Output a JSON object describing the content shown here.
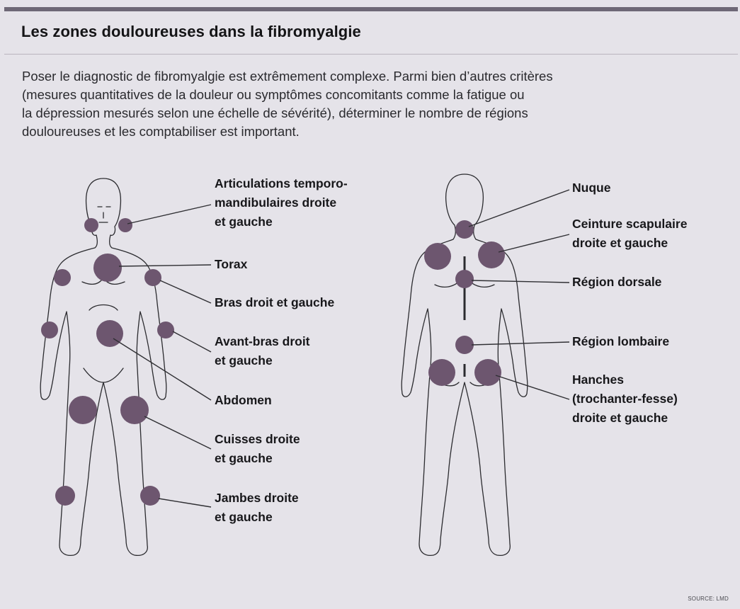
{
  "title": "Les zones douloureuses dans la fibromyalgie",
  "intro": [
    "Poser le diagnostic de fibromyalgie est extrêmement complexe. Parmi bien d’autres critères",
    "(mesures quantitatives de la douleur ou symptômes concomitants comme la fatigue ou",
    "la dépression mesurés selon une échelle de sévérité), déterminer le nombre de régions",
    "douloureuses et les comptabiliser est important."
  ],
  "front_labels": {
    "tmj": [
      "Articulations temporo-",
      "mandibulaires droite",
      "et gauche"
    ],
    "torax": [
      "Torax"
    ],
    "bras": [
      "Bras droit et gauche"
    ],
    "avant_bras": [
      "Avant-bras droit",
      "et gauche"
    ],
    "abdomen": [
      "Abdomen"
    ],
    "cuisses": [
      "Cuisses droite",
      "et gauche"
    ],
    "jambes": [
      "Jambes droite",
      "et gauche"
    ]
  },
  "back_labels": {
    "nuque": [
      "Nuque"
    ],
    "ceinture": [
      "Ceinture scapulaire",
      "droite et gauche"
    ],
    "dorsale": [
      "Région dorsale"
    ],
    "lombaire": [
      "Région lombaire"
    ],
    "hanches": [
      "Hanches",
      "(trochanter-fesse)",
      "droite et gauche"
    ]
  },
  "source": "SOURCE: LMD",
  "colors": {
    "pain_zone": "#6d566f",
    "background": "#e5e3e9",
    "bar": "#6e6876"
  }
}
